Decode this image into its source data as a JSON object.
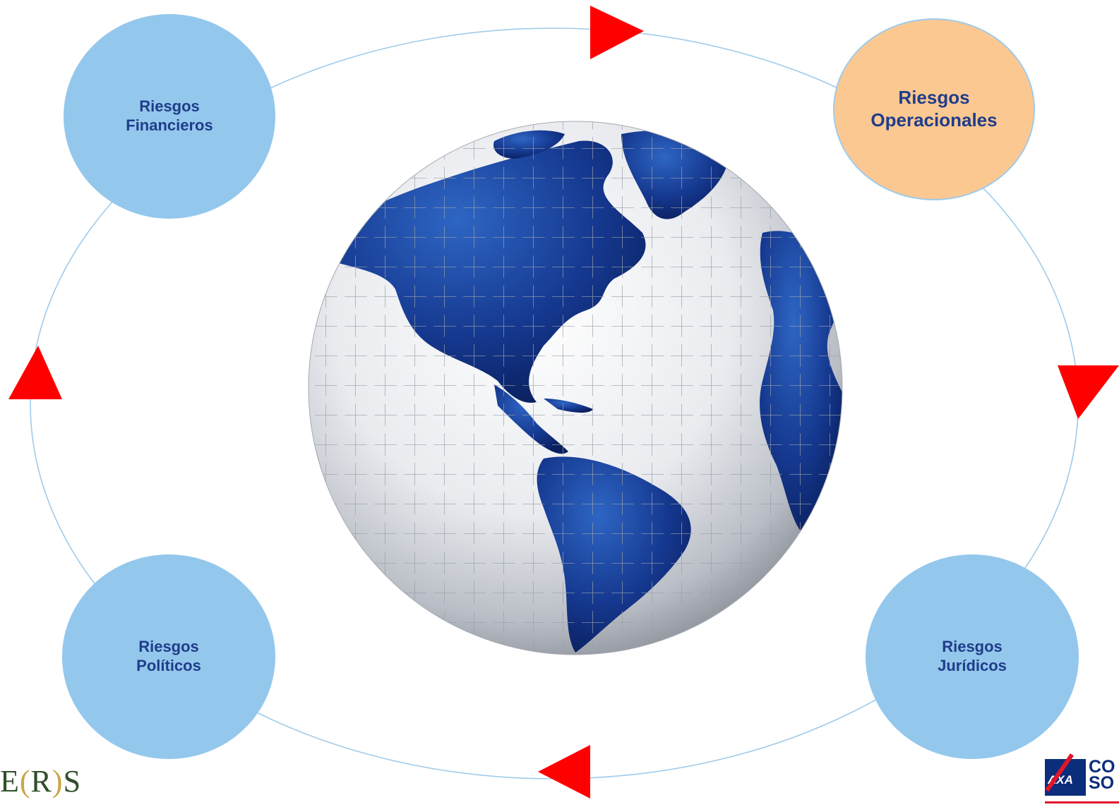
{
  "diagram": {
    "nodes": [
      {
        "id": "financieros",
        "line1": "Riesgos",
        "line2": "Financieros",
        "color": "#94c7ec"
      },
      {
        "id": "operacionales",
        "line1": "Riesgos",
        "line2": "Operacionales",
        "color": "#fcc892"
      },
      {
        "id": "juridicos",
        "line1": "Riesgos",
        "line2": "Jurídicos",
        "color": "#94c7ec"
      },
      {
        "id": "politicos",
        "line1": "Riesgos",
        "line2": "Políticos",
        "color": "#94c7ec"
      }
    ],
    "cycle_direction": "clockwise",
    "cycle_line_color": "#9fcbea",
    "arrow_color": "#ff0000",
    "text_color": "#1f3d8a",
    "center_image": "jigsaw-puzzle-globe"
  },
  "logos": {
    "left": {
      "mark_prefix": "E",
      "mark_paren_open": "(",
      "mark_letter": "R",
      "mark_paren_close": ")",
      "mark_suffix": "S",
      "tagline": ""
    },
    "right": {
      "brand": "AXA",
      "text_line1": "CO",
      "text_line2": "SO"
    }
  }
}
